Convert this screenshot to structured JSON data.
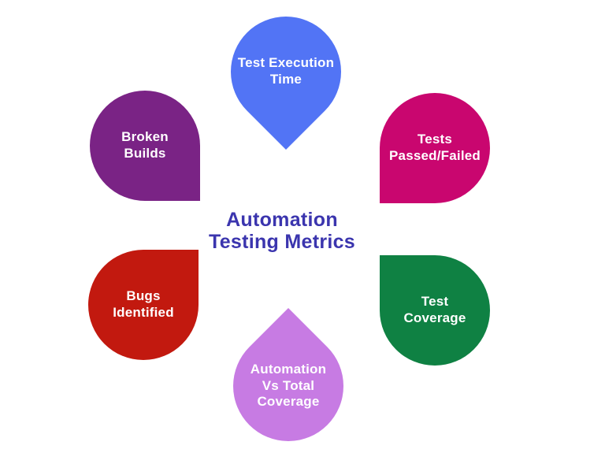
{
  "page": {
    "background": "#ffffff"
  },
  "center_title": {
    "text": "Automation\nTesting Metrics",
    "color": "#3B35AE"
  },
  "metrics": [
    {
      "name": "test-execution-time",
      "label": "Test Execution\nTime",
      "color": "#5274F5",
      "text_color": "#ffffff",
      "position": "top",
      "pointer_direction": "down"
    },
    {
      "name": "tests-passed-failed",
      "label": "Tests\nPassed/Failed",
      "color": "#C9066F",
      "text_color": "#ffffff",
      "position": "top-right",
      "pointer_direction": "bottom-left"
    },
    {
      "name": "test-coverage",
      "label": "Test\nCoverage",
      "color": "#0F8143",
      "text_color": "#ffffff",
      "position": "bottom-right",
      "pointer_direction": "top-left"
    },
    {
      "name": "automation-vs-total-coverage",
      "label": "Automation\nVs Total\nCoverage",
      "color": "#C77BE3",
      "text_color": "#ffffff",
      "position": "bottom",
      "pointer_direction": "up"
    },
    {
      "name": "bugs-identified",
      "label": "Bugs\nIdentified",
      "color": "#C2190F",
      "text_color": "#ffffff",
      "position": "bottom-left",
      "pointer_direction": "top-right"
    },
    {
      "name": "broken-builds",
      "label": "Broken\nBuilds",
      "color": "#7A2385",
      "text_color": "#ffffff",
      "position": "top-left",
      "pointer_direction": "bottom-right"
    }
  ]
}
